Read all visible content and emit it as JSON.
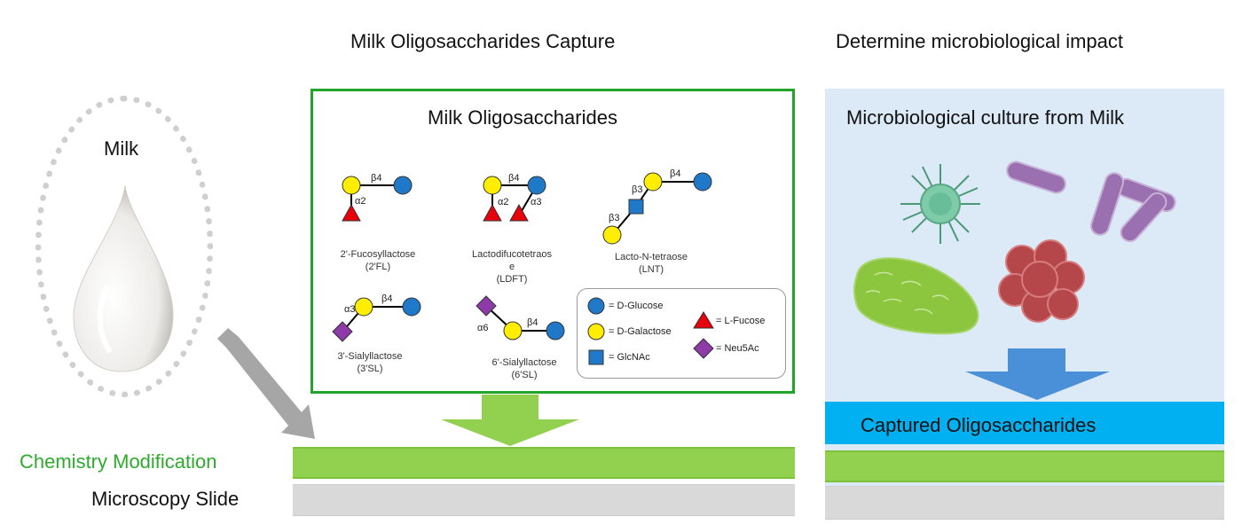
{
  "headings": {
    "capture": "Milk Oligosaccharides Capture",
    "impact": "Determine microbiological impact"
  },
  "milk": {
    "label": "Milk",
    "icon": "milk-drop-icon"
  },
  "oligo_panel": {
    "title": "Milk Oligosaccharides",
    "border_color": "#22a52a",
    "glycans": [
      {
        "id": "2FL",
        "name": "2'-Fucosyllactose",
        "abbr": "(2'FL)",
        "linkages": [
          "β4",
          "α2"
        ]
      },
      {
        "id": "LDFT",
        "name": "Lactodifucotetraos",
        "name_cont": "e",
        "abbr": "(LDFT)",
        "linkages": [
          "β4",
          "α2",
          "α3"
        ]
      },
      {
        "id": "LNT",
        "name": "Lacto-N-tetraose",
        "abbr": "(LNT)",
        "linkages": [
          "β4",
          "β3",
          "β3"
        ]
      },
      {
        "id": "3SL",
        "name": "3'-Sialyllactose",
        "abbr": "(3'SL)",
        "linkages": [
          "β4",
          "α3"
        ]
      },
      {
        "id": "6SL",
        "name": "6'-Sialyllactose",
        "abbr": "(6'SL)",
        "linkages": [
          "β4",
          "α6"
        ]
      }
    ],
    "legend": [
      {
        "symbol": "blue-circle",
        "label": "= D-Glucose"
      },
      {
        "symbol": "yellow-circle",
        "label": "= D-Galactose"
      },
      {
        "symbol": "blue-square",
        "label": "= GlcNAc"
      },
      {
        "symbol": "red-triangle",
        "label": "= L-Fucose"
      },
      {
        "symbol": "purple-diamond",
        "label": "= Neu5Ac"
      }
    ]
  },
  "culture_panel": {
    "title": "Microbiological culture from Milk",
    "microbes": [
      "green-virus-icon",
      "purple-bacillus-icon",
      "purple-bacilli-cluster-icon",
      "green-bacterium-icon",
      "red-cell-cluster-icon"
    ]
  },
  "layers": {
    "captured": "Captured Oligosaccharides",
    "chemistry": "Chemistry Modification",
    "slide": "Microscopy Slide"
  },
  "colors": {
    "glucose": "#1f78c8",
    "galactose": "#ffee00",
    "glcnac": "#1f78c8",
    "fucose": "#e8000b",
    "neu5ac": "#8e3aa8",
    "chemistry_layer": "#92d050",
    "slide_layer": "#d9d9d9",
    "captured_layer": "#00b0f0",
    "impact_bg": "#dce9f6"
  }
}
